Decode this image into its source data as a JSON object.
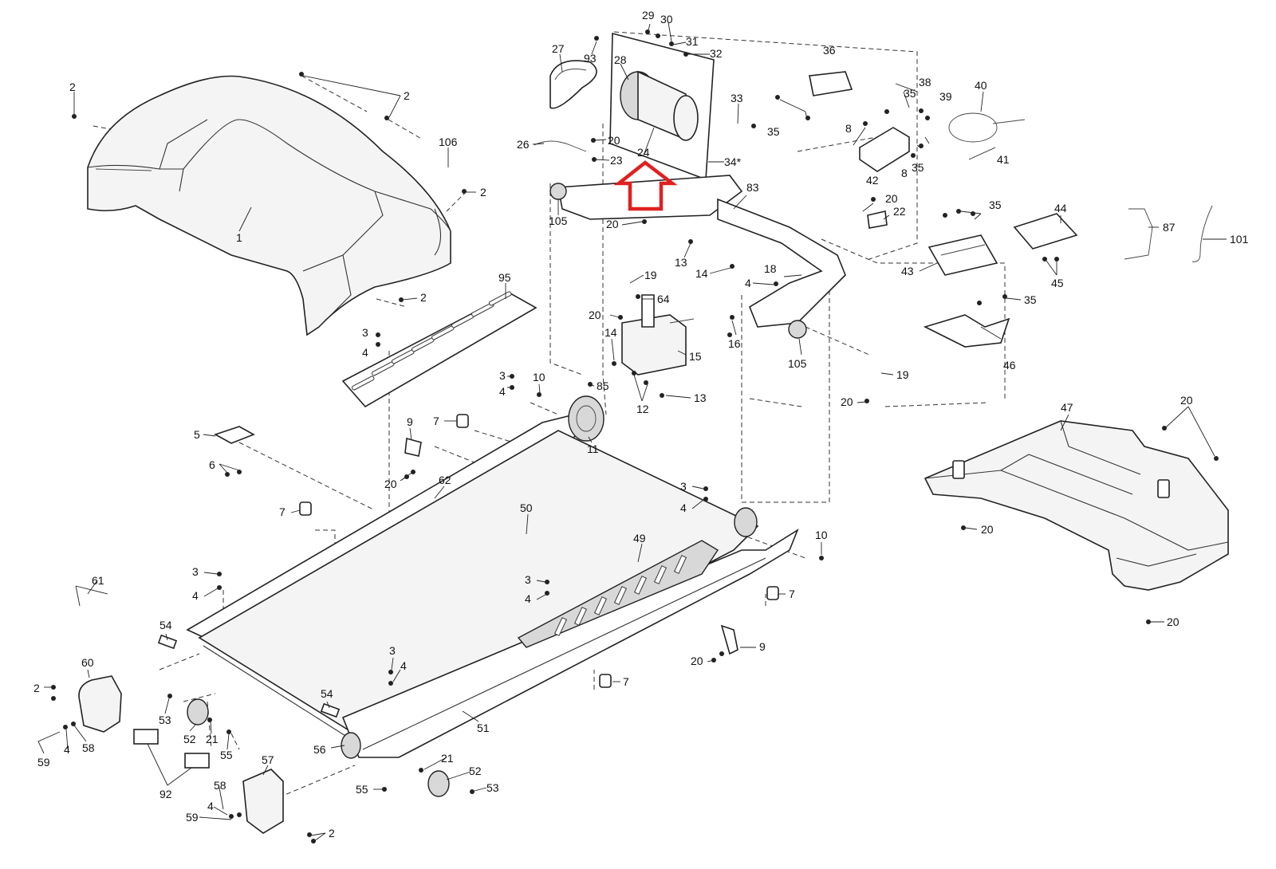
{
  "diagram": {
    "highlight_arrow_color": "#e02020",
    "callouts": [
      {
        "id": "c1",
        "text": "1"
      },
      {
        "id": "c2a",
        "text": "2"
      },
      {
        "id": "c2b",
        "text": "2"
      },
      {
        "id": "c2c",
        "text": "2"
      },
      {
        "id": "c2d",
        "text": "2"
      },
      {
        "id": "c106",
        "text": "106"
      },
      {
        "id": "c95",
        "text": "95"
      },
      {
        "id": "c3a",
        "text": "3"
      },
      {
        "id": "c4a",
        "text": "4"
      },
      {
        "id": "c27",
        "text": "27"
      },
      {
        "id": "c93",
        "text": "93"
      },
      {
        "id": "c28",
        "text": "28"
      },
      {
        "id": "c29",
        "text": "29"
      },
      {
        "id": "c30",
        "text": "30"
      },
      {
        "id": "c31",
        "text": "31"
      },
      {
        "id": "c32",
        "text": "32"
      },
      {
        "id": "c33",
        "text": "33"
      },
      {
        "id": "c34",
        "text": "34*"
      },
      {
        "id": "c24",
        "text": "24"
      },
      {
        "id": "c26",
        "text": "26"
      },
      {
        "id": "c20a",
        "text": "20"
      },
      {
        "id": "c23",
        "text": "23"
      },
      {
        "id": "c105a",
        "text": "105"
      },
      {
        "id": "c20b",
        "text": "20"
      },
      {
        "id": "c36",
        "text": "36"
      },
      {
        "id": "c35a",
        "text": "35"
      },
      {
        "id": "c38",
        "text": "38"
      },
      {
        "id": "c35b",
        "text": "35"
      },
      {
        "id": "c39",
        "text": "39"
      },
      {
        "id": "c40",
        "text": "40"
      },
      {
        "id": "c8a",
        "text": "8"
      },
      {
        "id": "c42",
        "text": "42"
      },
      {
        "id": "c8b",
        "text": "8"
      },
      {
        "id": "c35c",
        "text": "35"
      },
      {
        "id": "c41",
        "text": "41"
      },
      {
        "id": "c83",
        "text": "83"
      },
      {
        "id": "c20c",
        "text": "20"
      },
      {
        "id": "c22",
        "text": "22"
      },
      {
        "id": "c35d",
        "text": "35"
      },
      {
        "id": "c44",
        "text": "44"
      },
      {
        "id": "c87",
        "text": "87"
      },
      {
        "id": "c101",
        "text": "101"
      },
      {
        "id": "c43",
        "text": "43"
      },
      {
        "id": "c45",
        "text": "45"
      },
      {
        "id": "c13a",
        "text": "13"
      },
      {
        "id": "c14a",
        "text": "14"
      },
      {
        "id": "c18",
        "text": "18"
      },
      {
        "id": "c4b",
        "text": "4"
      },
      {
        "id": "c19a",
        "text": "19"
      },
      {
        "id": "c64",
        "text": "64"
      },
      {
        "id": "c20d",
        "text": "20"
      },
      {
        "id": "c14b",
        "text": "14"
      },
      {
        "id": "c15",
        "text": "15"
      },
      {
        "id": "c16",
        "text": "16"
      },
      {
        "id": "c105b",
        "text": "105"
      },
      {
        "id": "c35e",
        "text": "35"
      },
      {
        "id": "c46",
        "text": "46"
      },
      {
        "id": "c19b",
        "text": "19"
      },
      {
        "id": "c20e",
        "text": "20"
      },
      {
        "id": "c3b",
        "text": "3"
      },
      {
        "id": "c4c",
        "text": "4"
      },
      {
        "id": "c10a",
        "text": "10"
      },
      {
        "id": "c85",
        "text": "85"
      },
      {
        "id": "c12",
        "text": "12"
      },
      {
        "id": "c13b",
        "text": "13"
      },
      {
        "id": "c7a",
        "text": "7"
      },
      {
        "id": "c11",
        "text": "11"
      },
      {
        "id": "c9a",
        "text": "9"
      },
      {
        "id": "c20f",
        "text": "20"
      },
      {
        "id": "c5",
        "text": "5"
      },
      {
        "id": "c6",
        "text": "6"
      },
      {
        "id": "c62",
        "text": "62"
      },
      {
        "id": "c47",
        "text": "47"
      },
      {
        "id": "c20g",
        "text": "20"
      },
      {
        "id": "c20h",
        "text": "20"
      },
      {
        "id": "c20i",
        "text": "20"
      },
      {
        "id": "c7b",
        "text": "7"
      },
      {
        "id": "c3c",
        "text": "3"
      },
      {
        "id": "c4d",
        "text": "4"
      },
      {
        "id": "c50",
        "text": "50"
      },
      {
        "id": "c10b",
        "text": "10"
      },
      {
        "id": "c49",
        "text": "49"
      },
      {
        "id": "c7c",
        "text": "7"
      },
      {
        "id": "c61",
        "text": "61"
      },
      {
        "id": "c3d",
        "text": "3"
      },
      {
        "id": "c4e",
        "text": "4"
      },
      {
        "id": "c3e",
        "text": "3"
      },
      {
        "id": "c4f",
        "text": "4"
      },
      {
        "id": "c54a",
        "text": "54"
      },
      {
        "id": "c9b",
        "text": "9"
      },
      {
        "id": "c20j",
        "text": "20"
      },
      {
        "id": "c60",
        "text": "60"
      },
      {
        "id": "c2e",
        "text": "2"
      },
      {
        "id": "c3f",
        "text": "3"
      },
      {
        "id": "c4g",
        "text": "4"
      },
      {
        "id": "c7d",
        "text": "7"
      },
      {
        "id": "c54b",
        "text": "54"
      },
      {
        "id": "c53a",
        "text": "53"
      },
      {
        "id": "c52a",
        "text": "52"
      },
      {
        "id": "c21a",
        "text": "21"
      },
      {
        "id": "c55a",
        "text": "55"
      },
      {
        "id": "c51",
        "text": "51"
      },
      {
        "id": "c59a",
        "text": "59"
      },
      {
        "id": "c4h",
        "text": "4"
      },
      {
        "id": "c58a",
        "text": "58"
      },
      {
        "id": "c56",
        "text": "56"
      },
      {
        "id": "c92",
        "text": "92"
      },
      {
        "id": "c57",
        "text": "57"
      },
      {
        "id": "c58b",
        "text": "58"
      },
      {
        "id": "c4i",
        "text": "4"
      },
      {
        "id": "c59b",
        "text": "59"
      },
      {
        "id": "c2f",
        "text": "2"
      },
      {
        "id": "c21b",
        "text": "21"
      },
      {
        "id": "c52b",
        "text": "52"
      },
      {
        "id": "c55b",
        "text": "55"
      },
      {
        "id": "c53b",
        "text": "53"
      }
    ]
  }
}
